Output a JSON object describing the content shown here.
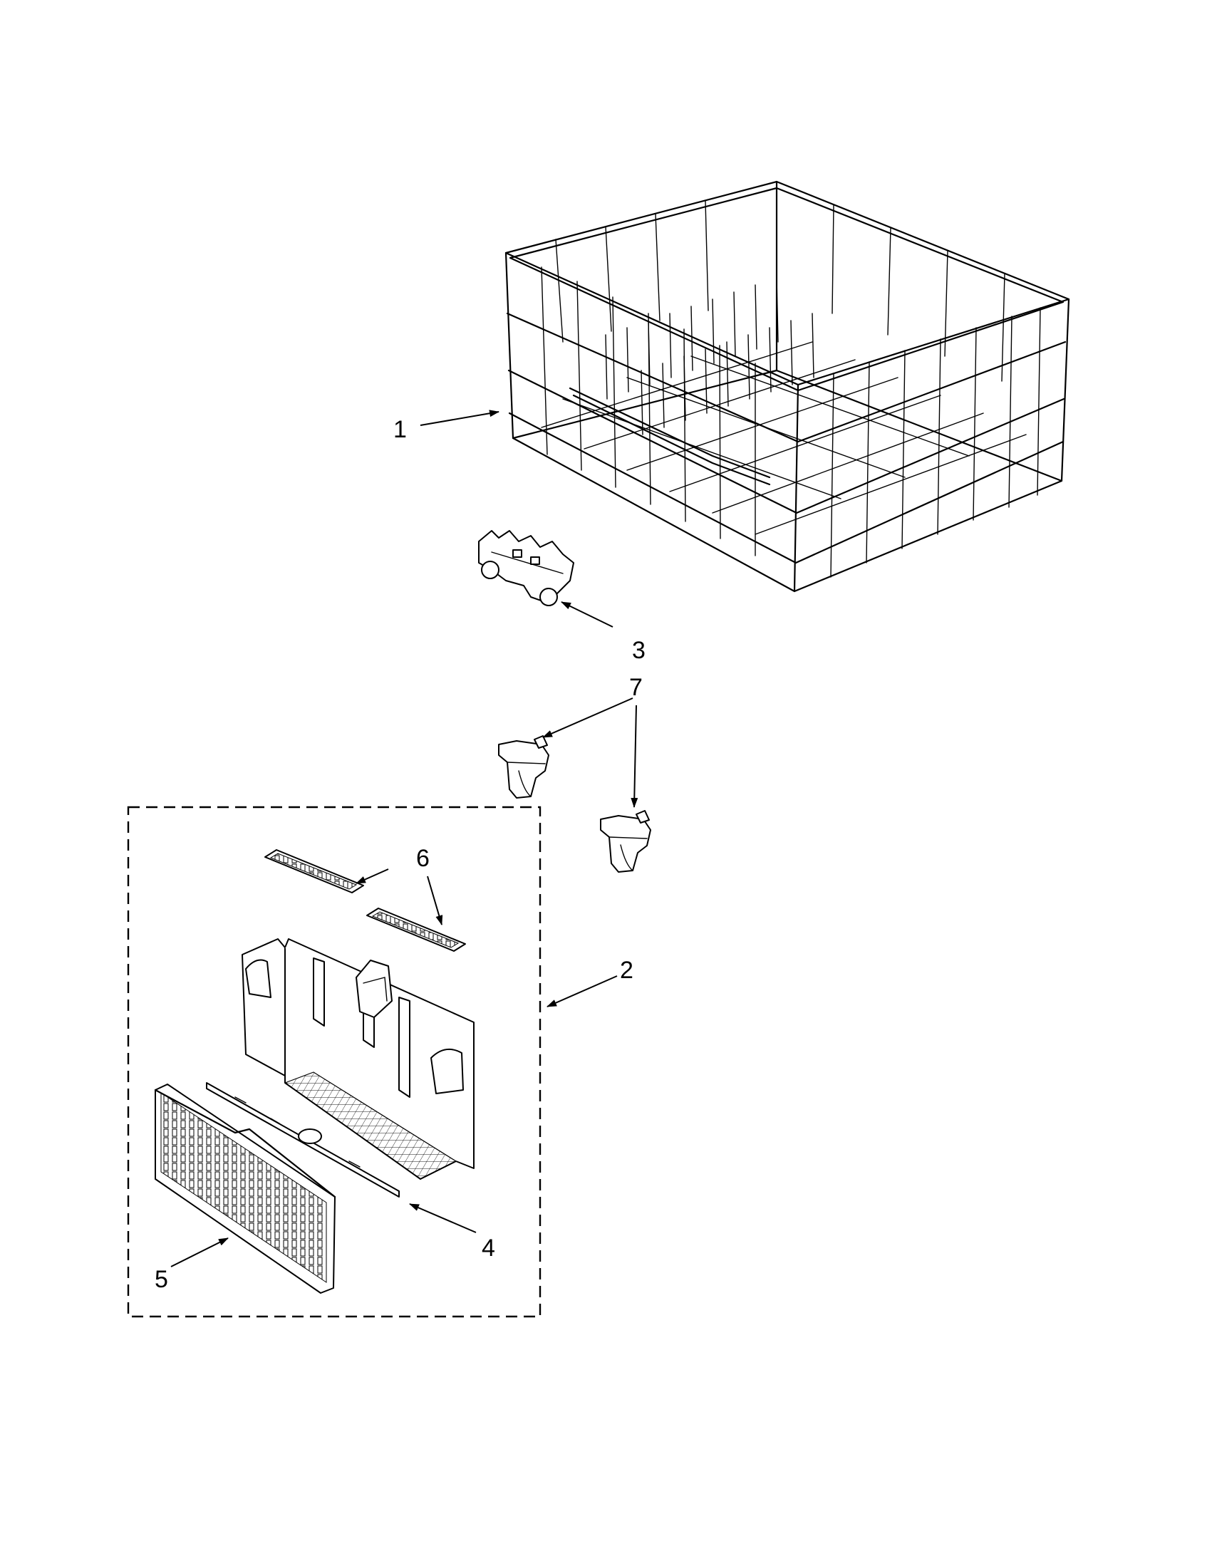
{
  "callouts": {
    "rack": "1",
    "silverware_basket_assembly": "2",
    "rack_roller": "3",
    "basket_handle": "4",
    "basket_lid": "5",
    "basket_cover": "6",
    "rack_track_stop": "7"
  }
}
